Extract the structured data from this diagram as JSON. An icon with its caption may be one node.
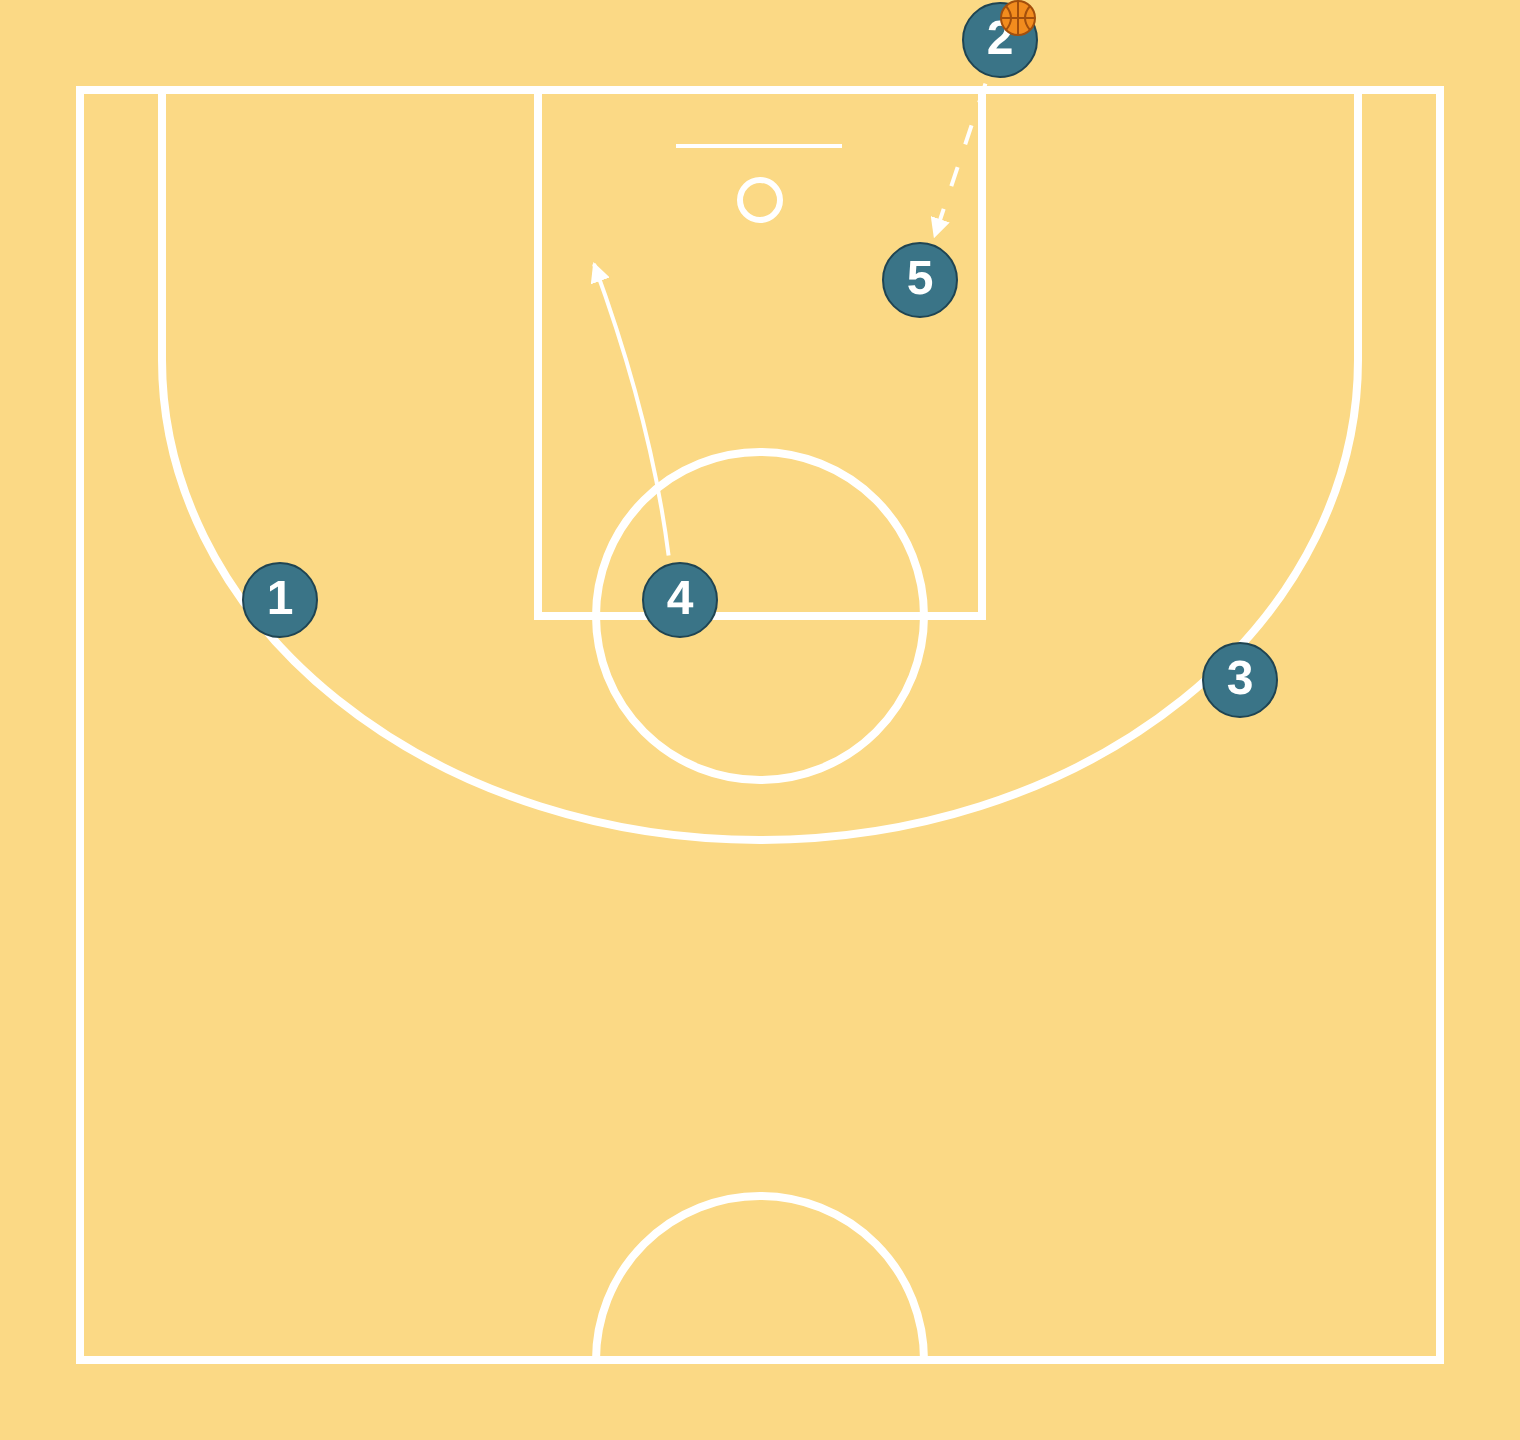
{
  "diagram": {
    "nodes": [
      {
        "text": [
          "2"
        ]
      },
      {
        "text": [
          "5"
        ]
      },
      {
        "text": [
          "1"
        ]
      },
      {
        "text": [
          "4"
        ]
      },
      {
        "text": [
          "3"
        ]
      }
    ],
    "edges": [
      {
        "from": 0,
        "to": 1,
        "arrow": "to",
        "style": "dashed"
      },
      {
        "from": 3,
        "to": null,
        "arrow": "to"
      }
    ]
  }
}
